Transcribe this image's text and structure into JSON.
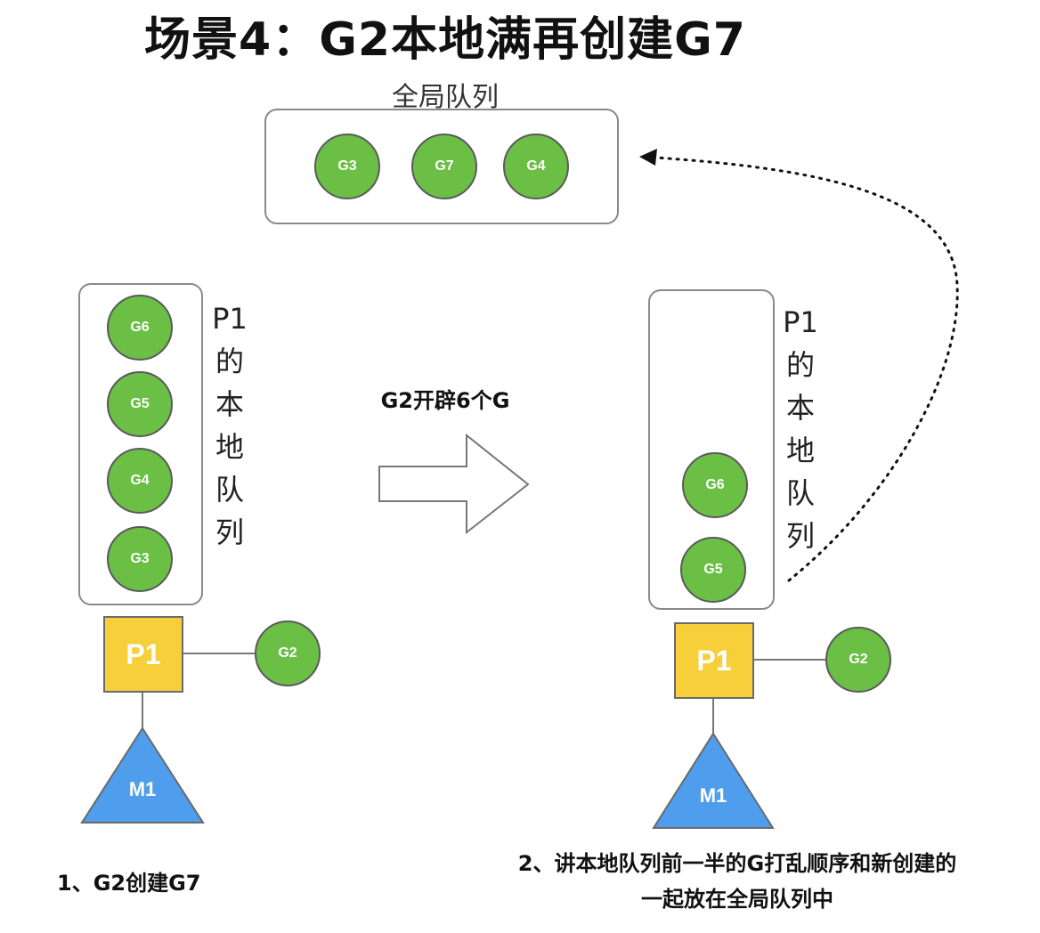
{
  "title": "场景4：G2本地满再创建G7",
  "global_queue": {
    "label": "全局队列",
    "items": [
      "G3",
      "G7",
      "G4"
    ]
  },
  "left": {
    "local_queue_label": [
      "P1",
      "的",
      "本",
      "地",
      "队",
      "列"
    ],
    "local_queue_items": [
      "G6",
      "G5",
      "G4",
      "G3"
    ],
    "processor": "P1",
    "running_goroutine": "G2",
    "machine": "M1",
    "caption": "1、G2创建G7"
  },
  "transition": {
    "label": "G2开辟6个G"
  },
  "right": {
    "local_queue_label": [
      "P1",
      "的",
      "本",
      "地",
      "队",
      "列"
    ],
    "local_queue_items": [
      "G6",
      "G5"
    ],
    "processor": "P1",
    "running_goroutine": "G2",
    "machine": "M1",
    "caption_line1": "2、讲本地队列前一半的G打乱顺序和新创建的",
    "caption_line2": "一起放在全局队列中"
  },
  "colors": {
    "goroutine": "#6bbf45",
    "processor": "#f6cf3a",
    "machine": "#4f9ded"
  }
}
